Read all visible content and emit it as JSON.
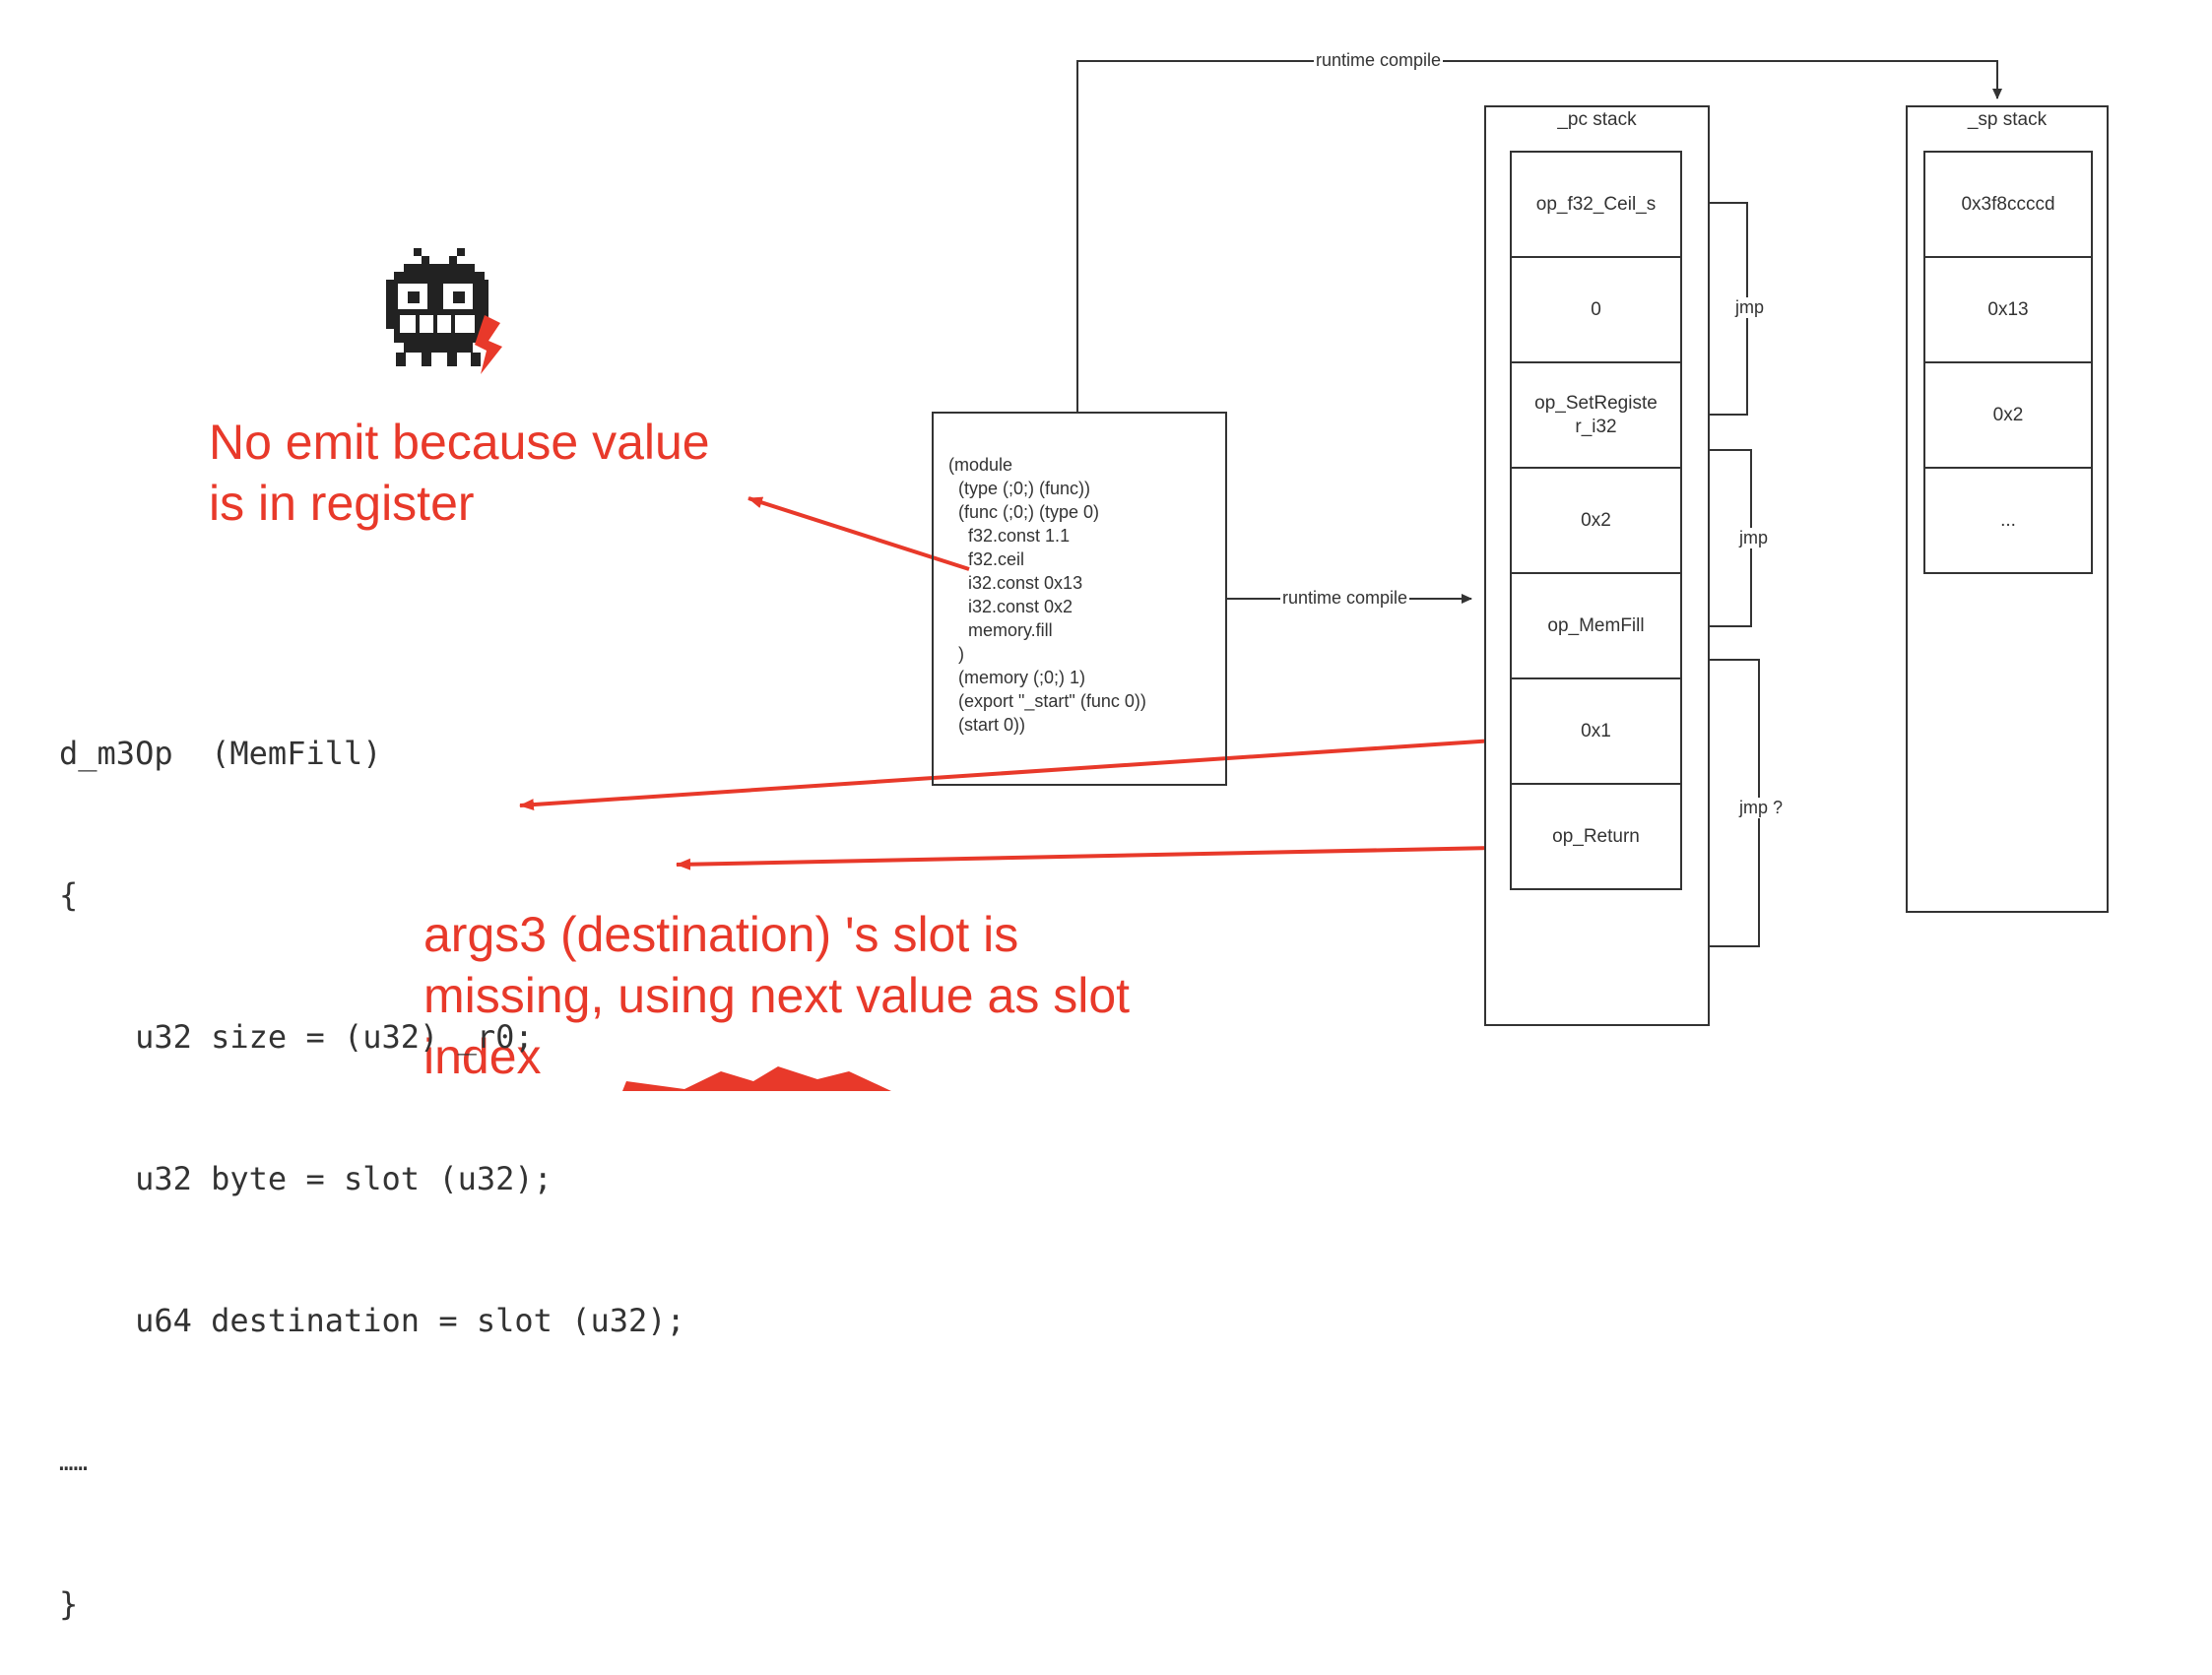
{
  "code": {
    "line1": "d_m3Op  (MemFill)",
    "line2": "{",
    "line3": "    u32 size = (u32) _r0;",
    "line4": "    u32 byte = slot (u32);",
    "line5": "    u64 destination = slot (u32);",
    "line6": "……",
    "line7": "}"
  },
  "notes": {
    "top_line1": "No emit because value",
    "top_line2": "is in register",
    "bottom_line1": "args3 (destination) 's slot is",
    "bottom_line2": "missing, using next value as slot",
    "bottom_line3": "index"
  },
  "module_text": "(module\n  (type (;0;) (func))\n  (func (;0;) (type 0)\n    f32.const 1.1\n    f32.ceil\n    i32.const 0x13\n    i32.const 0x2\n    memory.fill\n  )\n  (memory (;0;) 1)\n  (export \"_start\" (func 0))\n  (start 0))",
  "labels": {
    "runtime_compile_top": "runtime compile",
    "runtime_compile_mid": "runtime compile",
    "jmp1": "jmp",
    "jmp2": "jmp",
    "jmp3": "jmp ?"
  },
  "pc_stack": {
    "title": "_pc stack",
    "cells": [
      "op_f32_Ceil_s",
      "0",
      "op_SetRegiste\nr_i32",
      "0x2",
      "op_MemFill",
      "0x1",
      "op_Return"
    ]
  },
  "sp_stack": {
    "title": "_sp stack",
    "cells": [
      "0x3f8ccccd",
      "0x13",
      "0x2",
      "..."
    ]
  },
  "colors": {
    "accent_red": "#e8392a",
    "line": "#333333"
  }
}
